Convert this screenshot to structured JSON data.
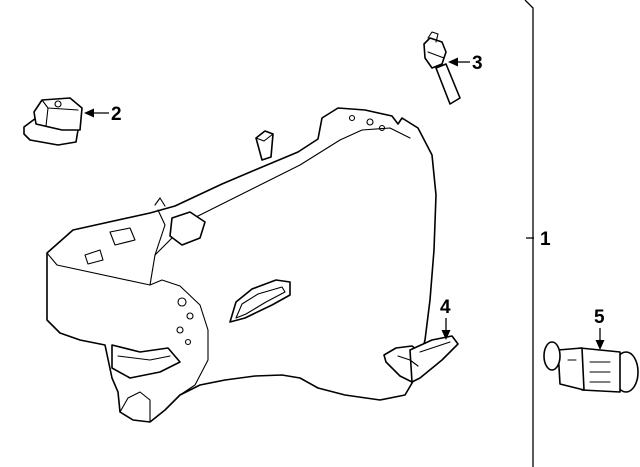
{
  "callouts": {
    "c1": "1",
    "c2": "2",
    "c3": "3",
    "c4": "4",
    "c5": "5"
  },
  "parts": [
    {
      "callout": "1",
      "icon": "glove-box-assembly-icon"
    },
    {
      "callout": "2",
      "icon": "bumper-stop-icon"
    },
    {
      "callout": "3",
      "icon": "damper-strut-icon"
    },
    {
      "callout": "4",
      "icon": "latch-striker-icon"
    },
    {
      "callout": "5",
      "icon": "lock-cylinder-icon"
    }
  ],
  "colors": {
    "line": "#000000",
    "background": "#ffffff"
  }
}
